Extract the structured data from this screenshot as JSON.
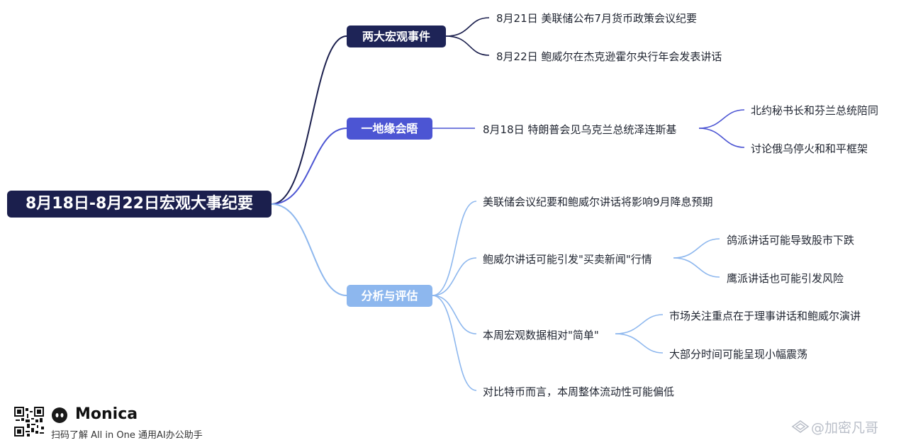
{
  "root": {
    "label": "8月18日-8月22日宏观大事纪要"
  },
  "branches": [
    {
      "label": "两大宏观事件",
      "children": [
        {
          "label": "8月21日 美联储公布7月货币政策会议纪要"
        },
        {
          "label": "8月22日 鲍威尔在杰克逊霍尔央行年会发表讲话"
        }
      ]
    },
    {
      "label": "一地缘会晤",
      "children": [
        {
          "label": "8月18日 特朗普会见乌克兰总统泽连斯基",
          "children": [
            {
              "label": "北约秘书长和芬兰总统陪同"
            },
            {
              "label": "讨论俄乌停火和和平框架"
            }
          ]
        }
      ]
    },
    {
      "label": "分析与评估",
      "children": [
        {
          "label": "美联储会议纪要和鲍威尔讲话将影响9月降息预期"
        },
        {
          "label": "鲍威尔讲话可能引发\"买卖新闻\"行情",
          "children": [
            {
              "label": "鸽派讲话可能导致股市下跌"
            },
            {
              "label": "鹰派讲话也可能引发风险"
            }
          ]
        },
        {
          "label": "本周宏观数据相对\"简单\"",
          "children": [
            {
              "label": "市场关注重点在于理事讲话和鲍威尔演讲"
            },
            {
              "label": "大部分时间可能呈现小幅震荡"
            }
          ]
        },
        {
          "label": "对比特币而言，本周整体流动性可能偏低"
        }
      ]
    }
  ],
  "colors": {
    "dark": "#1b1f4d",
    "mid": "#4c55d3",
    "light": "#8db7ee"
  },
  "footer": {
    "qr_icon": "qr-code-icon",
    "logo_icon": "monica-logo-icon",
    "brand": "Monica",
    "tagline": "扫码了解 All in One 通用AI办公助手"
  },
  "watermark": {
    "icon": "weibo-diamond-icon",
    "text": "@加密凡哥"
  }
}
